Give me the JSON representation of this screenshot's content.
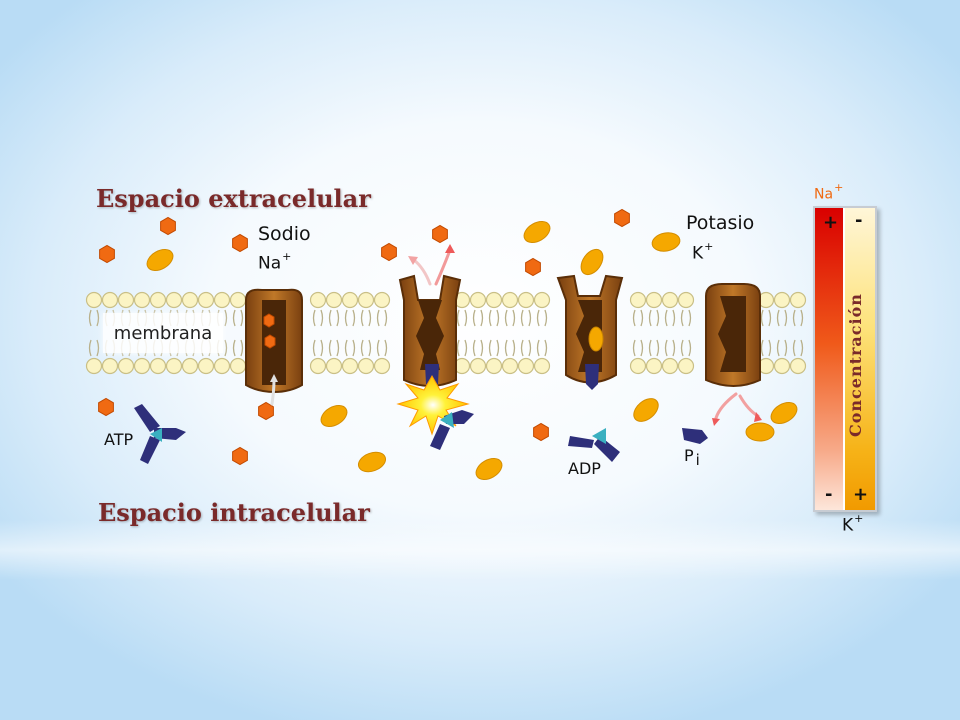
{
  "titles": {
    "extracellular": "Espacio extracelular",
    "intracellular": "Espacio intracelular"
  },
  "labels": {
    "sodium_name": "Sodio",
    "sodium_symbol": "Na",
    "sodium_charge": "+",
    "potassium_name": "Potasio",
    "potassium_symbol": "K",
    "potassium_charge": "+",
    "membrane": "membrana",
    "atp": "ATP",
    "adp": "ADP",
    "phosphate": "P",
    "phosphate_sub": "i"
  },
  "concentration_bar": {
    "label": "Concentración",
    "top_ion_symbol": "Na",
    "top_ion_charge": "+",
    "bottom_ion_symbol": "K",
    "bottom_ion_charge": "+",
    "top_left_sign": "+",
    "top_right_sign": "-",
    "bottom_left_sign": "-",
    "bottom_right_sign": "+"
  },
  "colors": {
    "title": "#7a2a2a",
    "sodium": "#f06a12",
    "potassium": "#f5a800",
    "protein": "#a0601c",
    "atp": "#2e2f7a"
  }
}
